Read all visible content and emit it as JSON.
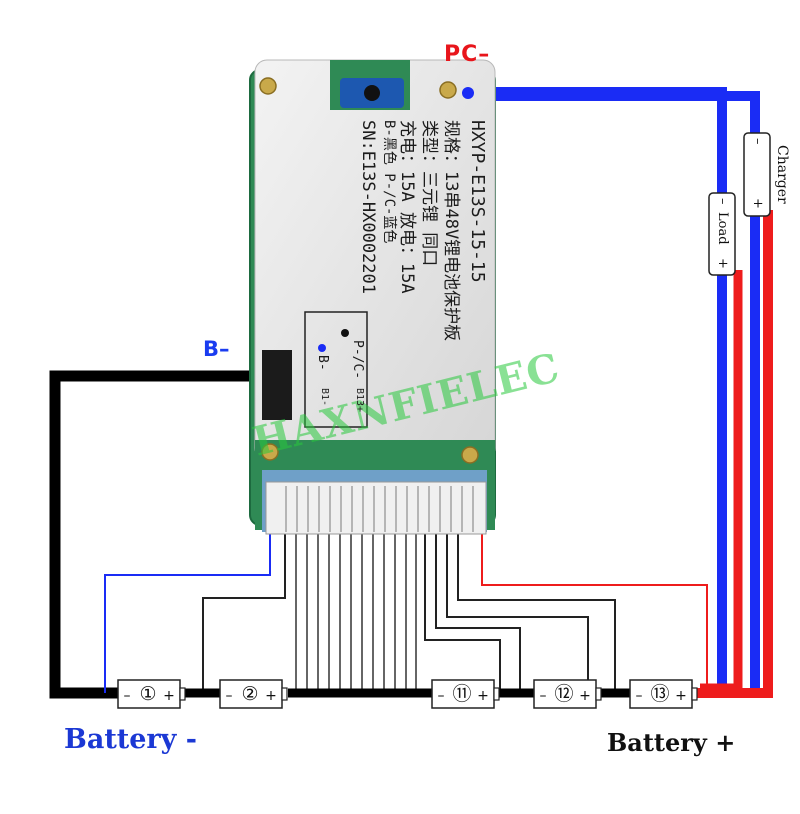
{
  "labels": {
    "pc_minus": "PC–",
    "b_minus": "B–",
    "battery_minus": "Battery -",
    "battery_plus": "Battery +",
    "watermark": "HAXNFIELEC",
    "charger": "Charger",
    "charger_minus": "–",
    "charger_plus": "+",
    "load": "Load",
    "load_minus": "–",
    "load_plus": "+"
  },
  "board": {
    "model": "HXYP-E13S-15-15",
    "spec": "规格：13串48V锂电池保护板",
    "type": "类型：三元锂  同口",
    "current": "充电：15A  放电：15A",
    "colors": "B-黑色  P-/C-蓝色",
    "serial": "SN:E13S-HX0002201",
    "pad_b": "B-",
    "pad_pc": "P-/C-",
    "pad_b1": "B1-",
    "pad_b13": "B13+"
  },
  "cells": [
    {
      "minus": "–",
      "num": "①",
      "plus": "+"
    },
    {
      "minus": "–",
      "num": "②",
      "plus": "+"
    },
    {
      "minus": "–",
      "num": "⑪",
      "plus": "+"
    },
    {
      "minus": "–",
      "num": "⑫",
      "plus": "+"
    },
    {
      "minus": "–",
      "num": "⑬",
      "plus": "+"
    }
  ],
  "colors": {
    "blue_wire": "#1a2cf5",
    "red_wire": "#ee1c1c",
    "black_wire": "#000000",
    "pcb_green": "#2f8a55",
    "pcb_blue": "#1d58b0",
    "label_white": "#f2f2f2"
  }
}
